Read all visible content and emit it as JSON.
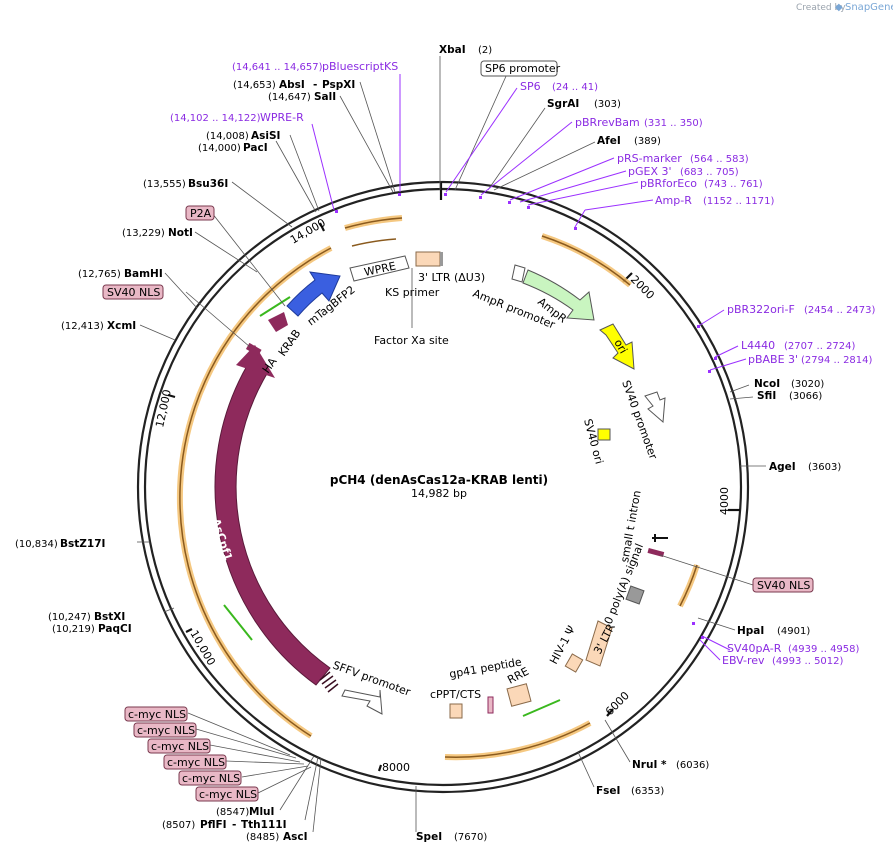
{
  "header": {
    "credit_text": "Created by",
    "brand": "SnapGene"
  },
  "plasmid": {
    "name": "pCH4 (denAsCas12a-KRAB lenti)",
    "size": "14,982 bp"
  },
  "ticks": [
    "2000",
    "4000",
    "6000",
    "8000",
    "10,000",
    "12,000",
    "14,000"
  ],
  "enzymes": [
    {
      "name": "XbaI",
      "pos": "(2)"
    },
    {
      "name": "SgrAI",
      "pos": "(303)"
    },
    {
      "name": "AfeI",
      "pos": "(389)"
    },
    {
      "name": "NcoI",
      "pos": "(3020)"
    },
    {
      "name": "SfiI",
      "pos": "(3066)"
    },
    {
      "name": "AgeI",
      "pos": "(3603)"
    },
    {
      "name": "HpaI",
      "pos": "(4901)"
    },
    {
      "name": "NruI *",
      "pos": "(6036)"
    },
    {
      "name": "FseI",
      "pos": "(6353)"
    },
    {
      "name": "SpeI",
      "pos": "(7670)"
    },
    {
      "name": "AscI",
      "pos": "(8485)"
    },
    {
      "name": "PflFI",
      "pos": "(8507)"
    },
    {
      "name": "Tth111I",
      "pos": ""
    },
    {
      "name": "MluI",
      "pos": "(8547)"
    },
    {
      "name": "PaqCI",
      "pos": "(10,219)"
    },
    {
      "name": "BstXI",
      "pos": "(10,247)"
    },
    {
      "name": "BstZ17I",
      "pos": "(10,834)"
    },
    {
      "name": "XcmI",
      "pos": "(12,413)"
    },
    {
      "name": "BamHI",
      "pos": "(12,765)"
    },
    {
      "name": "NotI",
      "pos": "(13,229)"
    },
    {
      "name": "Bsu36I",
      "pos": "(13,555)"
    },
    {
      "name": "PacI",
      "pos": "(14,000)"
    },
    {
      "name": "AsiSI",
      "pos": "(14,008)"
    },
    {
      "name": "SalI",
      "pos": "(14,647)"
    },
    {
      "name": "AbsI",
      "pos": "(14,653)"
    },
    {
      "name": "PspXI",
      "pos": ""
    }
  ],
  "primers": [
    {
      "name": "pBluescriptKS",
      "range": "(14,641 .. 14,657)"
    },
    {
      "name": "WPRE-R",
      "range": "(14,102 .. 14,122)"
    },
    {
      "name": "SP6",
      "range": "(24 .. 41)"
    },
    {
      "name": "pBRrevBam",
      "range": "(331 .. 350)"
    },
    {
      "name": "pRS-marker",
      "range": "(564 .. 583)"
    },
    {
      "name": "pGEX 3'",
      "range": "(683 .. 705)"
    },
    {
      "name": "pBRforEco",
      "range": "(743 .. 761)"
    },
    {
      "name": "Amp-R",
      "range": "(1152 .. 1171)"
    },
    {
      "name": "pBR322ori-F",
      "range": "(2454 .. 2473)"
    },
    {
      "name": "L4440",
      "range": "(2707 .. 2724)"
    },
    {
      "name": "pBABE 3'",
      "range": "(2794 .. 2814)"
    },
    {
      "name": "SV40pA-R",
      "range": "(4939 .. 4958)"
    },
    {
      "name": "EBV-rev",
      "range": "(4993 .. 5012)"
    }
  ],
  "boxed_labels": {
    "sp6_promoter": "SP6 promoter",
    "p2a": "P2A",
    "sv40_nls_left": "SV40 NLS",
    "sv40_nls_right": "SV40 NLS",
    "cmyc": [
      "c-myc NLS",
      "c-myc NLS",
      "c-myc NLS",
      "c-myc NLS",
      "c-myc NLS",
      "c-myc NLS"
    ]
  },
  "features": {
    "ltr3": "3' LTR (ΔU3)",
    "ks_primer": "KS primer",
    "factor_xa": "Factor Xa site",
    "wpre": "WPRE",
    "mtagbfp2": "mTagBFP2",
    "krab": "KRAB",
    "ha": "HA",
    "ascpf1": "AsCpf1",
    "ampr_promoter": "AmpR promoter",
    "ampr": "AmpR",
    "ori": "ori",
    "sv40_promoter": "SV40 promoter",
    "sv40_ori": "SV40 ori",
    "small_t_intron": "small t intron",
    "sv40_polya": "SV40 poly(A) signal",
    "ltr5": "3' LTR",
    "hiv_psi": "HIV-1 Ψ",
    "rre": "RRE",
    "gp41": "gp41 peptide",
    "cppt": "cPPT/CTS",
    "sffv": "SFFV promoter"
  },
  "colors": {
    "enzyme_text": "#000000",
    "primer": "#9b30ff",
    "orf_highlight": "#f3be6b",
    "orf_arrow": "#a0622a",
    "ascpf1": "#8e2a5c",
    "mtagbfp2": "#3a5fe0",
    "ampr": "#c9f5c0",
    "ori": "#ffff00",
    "ltr": "#fbd8b8",
    "green_arrow": "#3ab81e",
    "nls_box": "#e9b8c6",
    "backbone": "#222222"
  }
}
